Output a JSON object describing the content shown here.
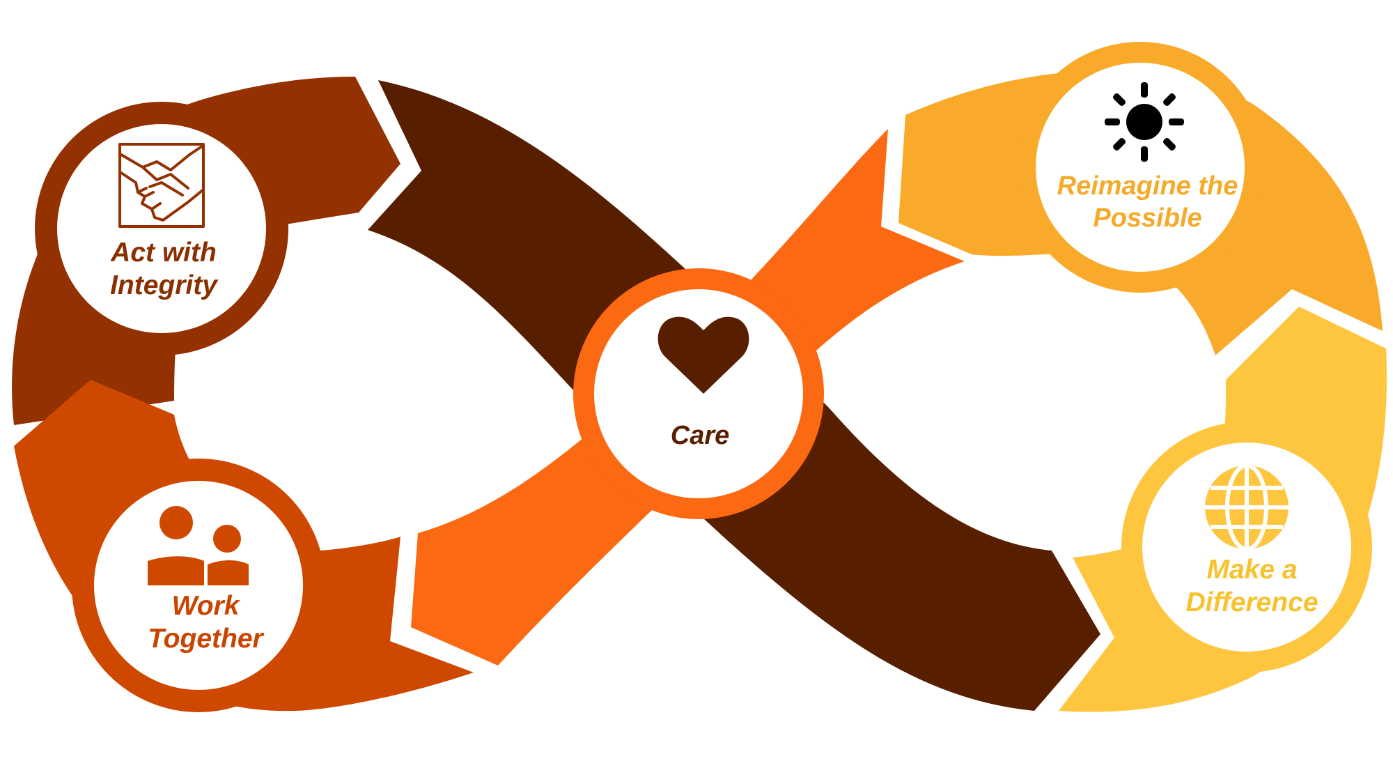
{
  "diagram": {
    "values": [
      {
        "id": "integrity",
        "label_line1": "Act with",
        "label_line2": "Integrity",
        "icon": "handshake-icon",
        "color": "#933100"
      },
      {
        "id": "together",
        "label_line1": "Work",
        "label_line2": "Together",
        "icon": "people-icon",
        "color": "#cf4800"
      },
      {
        "id": "care",
        "label_line1": "Care",
        "label_line2": "",
        "icon": "heart-icon",
        "color": "#fb6913"
      },
      {
        "id": "reimagine",
        "label_line1": "Reimagine the",
        "label_line2": "Possible",
        "icon": "sun-icon",
        "color": "#f9aa2b"
      },
      {
        "id": "difference",
        "label_line1": "Make a",
        "label_line2": "Difference",
        "icon": "globe-icon",
        "color": "#fec63f"
      }
    ],
    "colors": {
      "dark_brown": "#571e00",
      "rust": "#933100",
      "burnt_orange": "#cf4800",
      "orange": "#fb6913",
      "amber": "#f9aa2b",
      "yellow": "#fec63f"
    }
  }
}
